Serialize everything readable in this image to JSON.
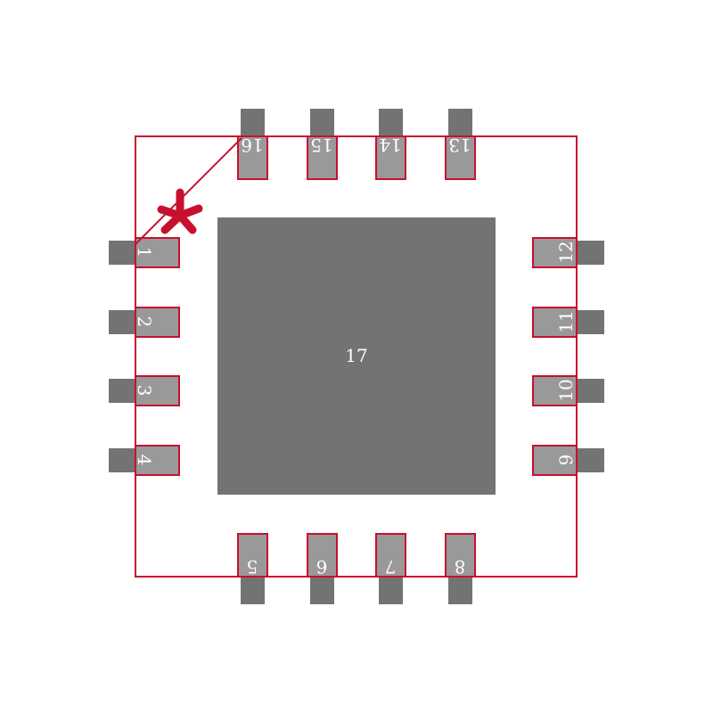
{
  "colors": {
    "background": "#ffffff",
    "pad_dark": "#737373",
    "pad_light": "#999999",
    "outline": "#c8102e",
    "label": "#ffffff"
  },
  "marker": {
    "icon": "asterisk-pin1-marker-icon"
  },
  "pins": [
    {
      "number": "1"
    },
    {
      "number": "2"
    },
    {
      "number": "3"
    },
    {
      "number": "4"
    },
    {
      "number": "5"
    },
    {
      "number": "6"
    },
    {
      "number": "7"
    },
    {
      "number": "8"
    },
    {
      "number": "9"
    },
    {
      "number": "10"
    },
    {
      "number": "11"
    },
    {
      "number": "12"
    },
    {
      "number": "13"
    },
    {
      "number": "14"
    },
    {
      "number": "15"
    },
    {
      "number": "16"
    }
  ],
  "thermal_pad": {
    "number": "17"
  }
}
